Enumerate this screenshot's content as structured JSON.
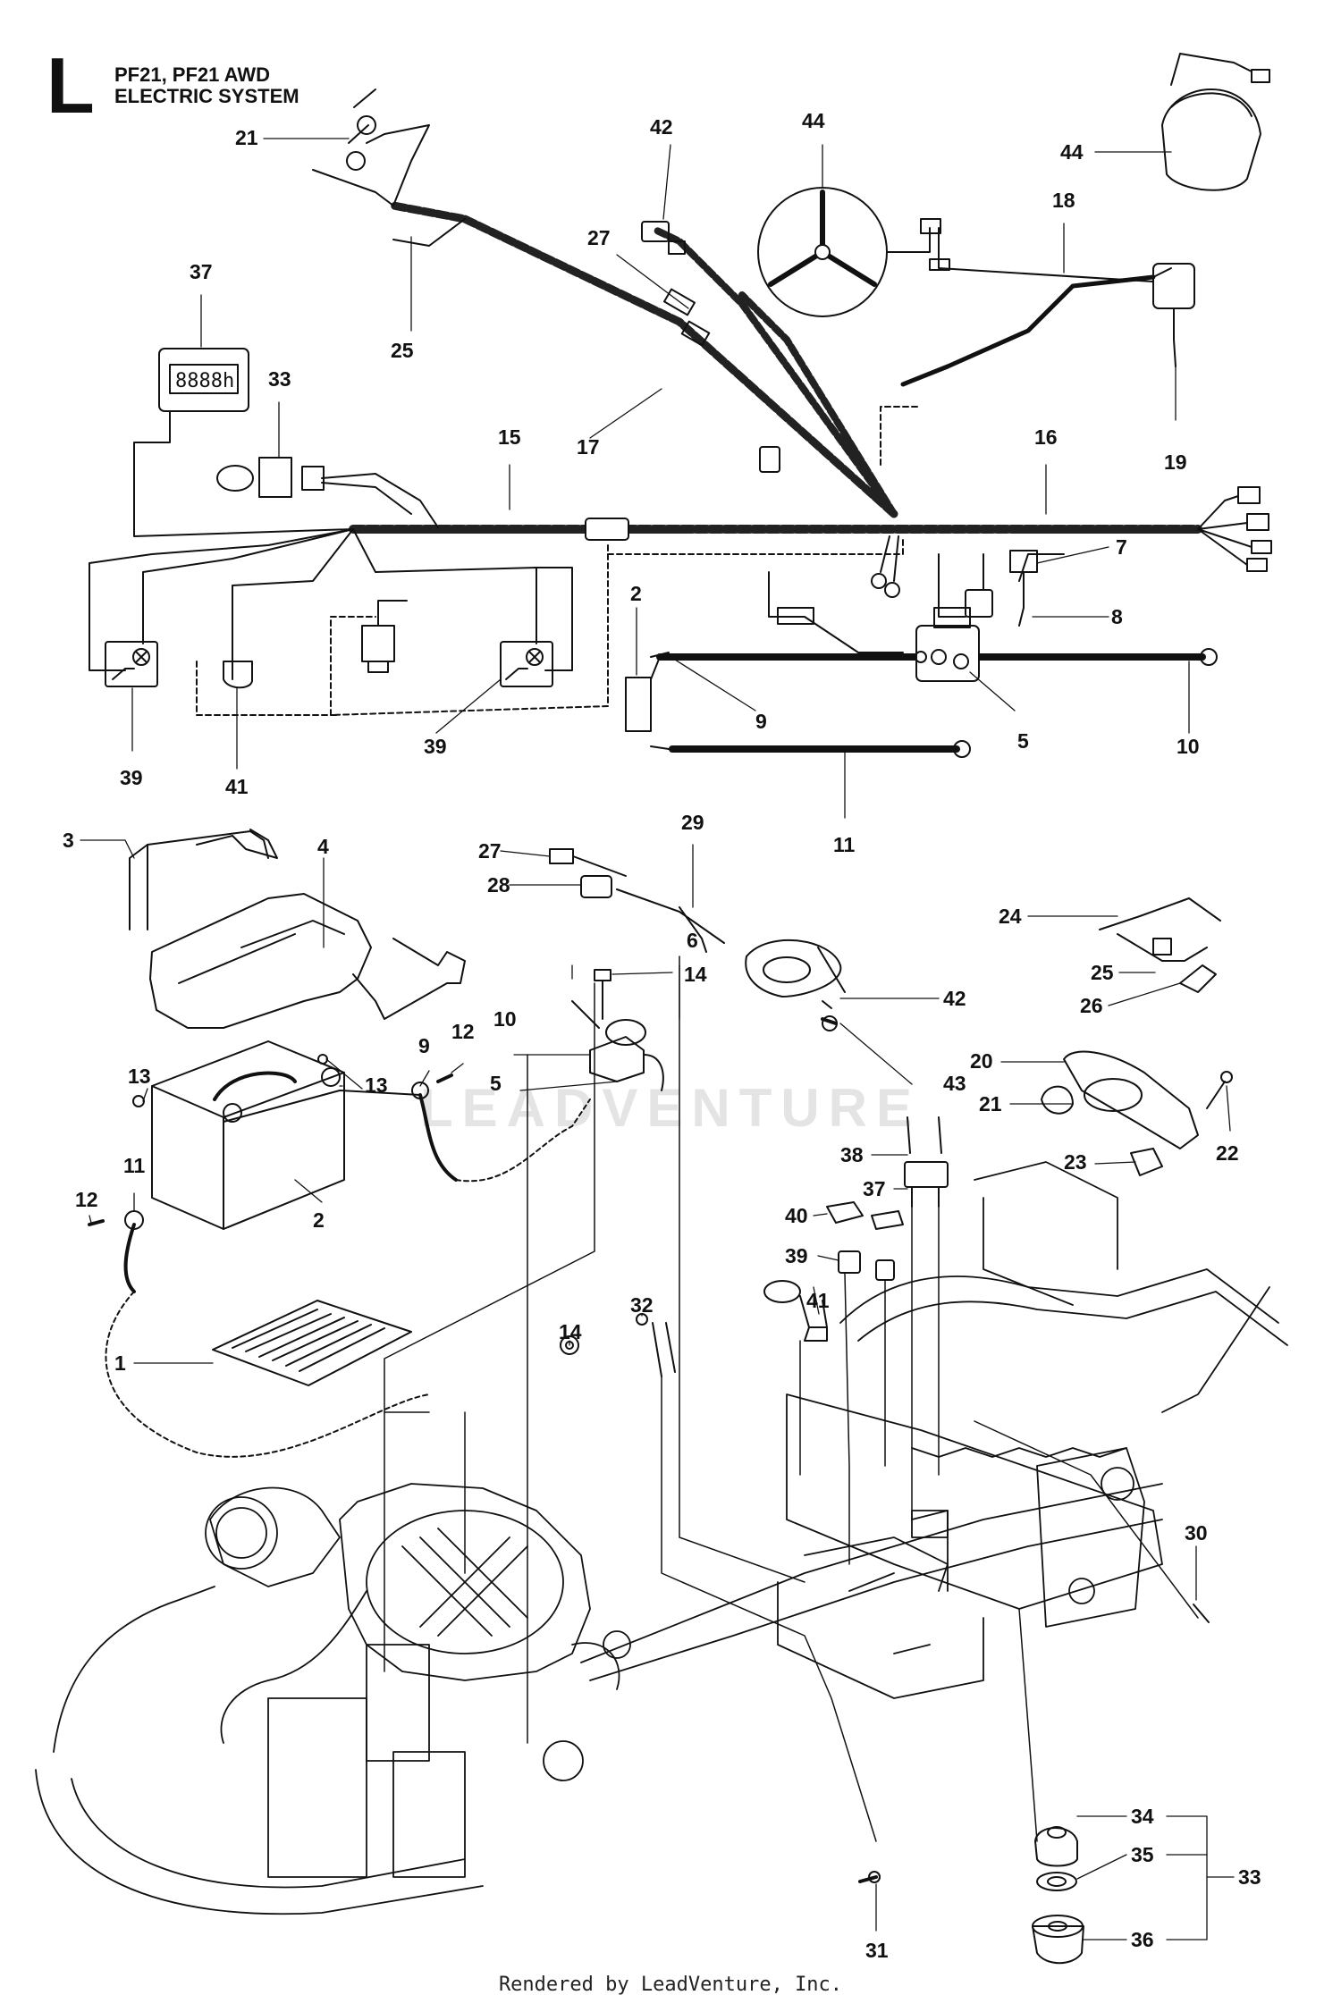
{
  "header": {
    "section_letter": "L",
    "model": "PF21, PF21 AWD",
    "system": "ELECTRIC SYSTEM"
  },
  "footer": {
    "rendered_by": "Rendered by LeadVenture, Inc."
  },
  "watermark": {
    "text": "LEADVENTURE"
  },
  "hour_meter": {
    "display": "8888h"
  },
  "callouts": [
    {
      "id": "c21a",
      "label": "21"
    },
    {
      "id": "c42a",
      "label": "42"
    },
    {
      "id": "c44a",
      "label": "44"
    },
    {
      "id": "c44b",
      "label": "44"
    },
    {
      "id": "c27a",
      "label": "27"
    },
    {
      "id": "c18",
      "label": "18"
    },
    {
      "id": "c37a",
      "label": "37"
    },
    {
      "id": "c25a",
      "label": "25"
    },
    {
      "id": "c33a",
      "label": "33"
    },
    {
      "id": "c17",
      "label": "17"
    },
    {
      "id": "c15",
      "label": "15"
    },
    {
      "id": "c16",
      "label": "16"
    },
    {
      "id": "c19",
      "label": "19"
    },
    {
      "id": "c7",
      "label": "7"
    },
    {
      "id": "c8",
      "label": "8"
    },
    {
      "id": "c2a",
      "label": "2"
    },
    {
      "id": "c9a",
      "label": "9"
    },
    {
      "id": "c5a",
      "label": "5"
    },
    {
      "id": "c10a",
      "label": "10"
    },
    {
      "id": "c39a",
      "label": "39"
    },
    {
      "id": "c41a",
      "label": "41"
    },
    {
      "id": "c39b",
      "label": "39"
    },
    {
      "id": "c11a",
      "label": "11"
    },
    {
      "id": "c3",
      "label": "3"
    },
    {
      "id": "c4",
      "label": "4"
    },
    {
      "id": "c29",
      "label": "29"
    },
    {
      "id": "c27b",
      "label": "27"
    },
    {
      "id": "c28",
      "label": "28"
    },
    {
      "id": "c24",
      "label": "24"
    },
    {
      "id": "c25b",
      "label": "25"
    },
    {
      "id": "c26",
      "label": "26"
    },
    {
      "id": "c6",
      "label": "6"
    },
    {
      "id": "c42b",
      "label": "42"
    },
    {
      "id": "c10b",
      "label": "10"
    },
    {
      "id": "c14a",
      "label": "14"
    },
    {
      "id": "c43",
      "label": "43"
    },
    {
      "id": "c20",
      "label": "20"
    },
    {
      "id": "c13a",
      "label": "13"
    },
    {
      "id": "c12a",
      "label": "12"
    },
    {
      "id": "c9b",
      "label": "9"
    },
    {
      "id": "c5b",
      "label": "5"
    },
    {
      "id": "c13b",
      "label": "13"
    },
    {
      "id": "c21b",
      "label": "21"
    },
    {
      "id": "c22",
      "label": "22"
    },
    {
      "id": "c38",
      "label": "38"
    },
    {
      "id": "c23",
      "label": "23"
    },
    {
      "id": "c11b",
      "label": "11"
    },
    {
      "id": "c37b",
      "label": "37"
    },
    {
      "id": "c12b",
      "label": "12"
    },
    {
      "id": "c2b",
      "label": "2"
    },
    {
      "id": "c40",
      "label": "40"
    },
    {
      "id": "c39c",
      "label": "39"
    },
    {
      "id": "c1",
      "label": "1"
    },
    {
      "id": "c41b",
      "label": "41"
    },
    {
      "id": "c32",
      "label": "32"
    },
    {
      "id": "c14b",
      "label": "14"
    },
    {
      "id": "c30",
      "label": "30"
    },
    {
      "id": "c34",
      "label": "34"
    },
    {
      "id": "c35",
      "label": "35"
    },
    {
      "id": "c33b",
      "label": "33"
    },
    {
      "id": "c31",
      "label": "31"
    },
    {
      "id": "c36",
      "label": "36"
    }
  ]
}
